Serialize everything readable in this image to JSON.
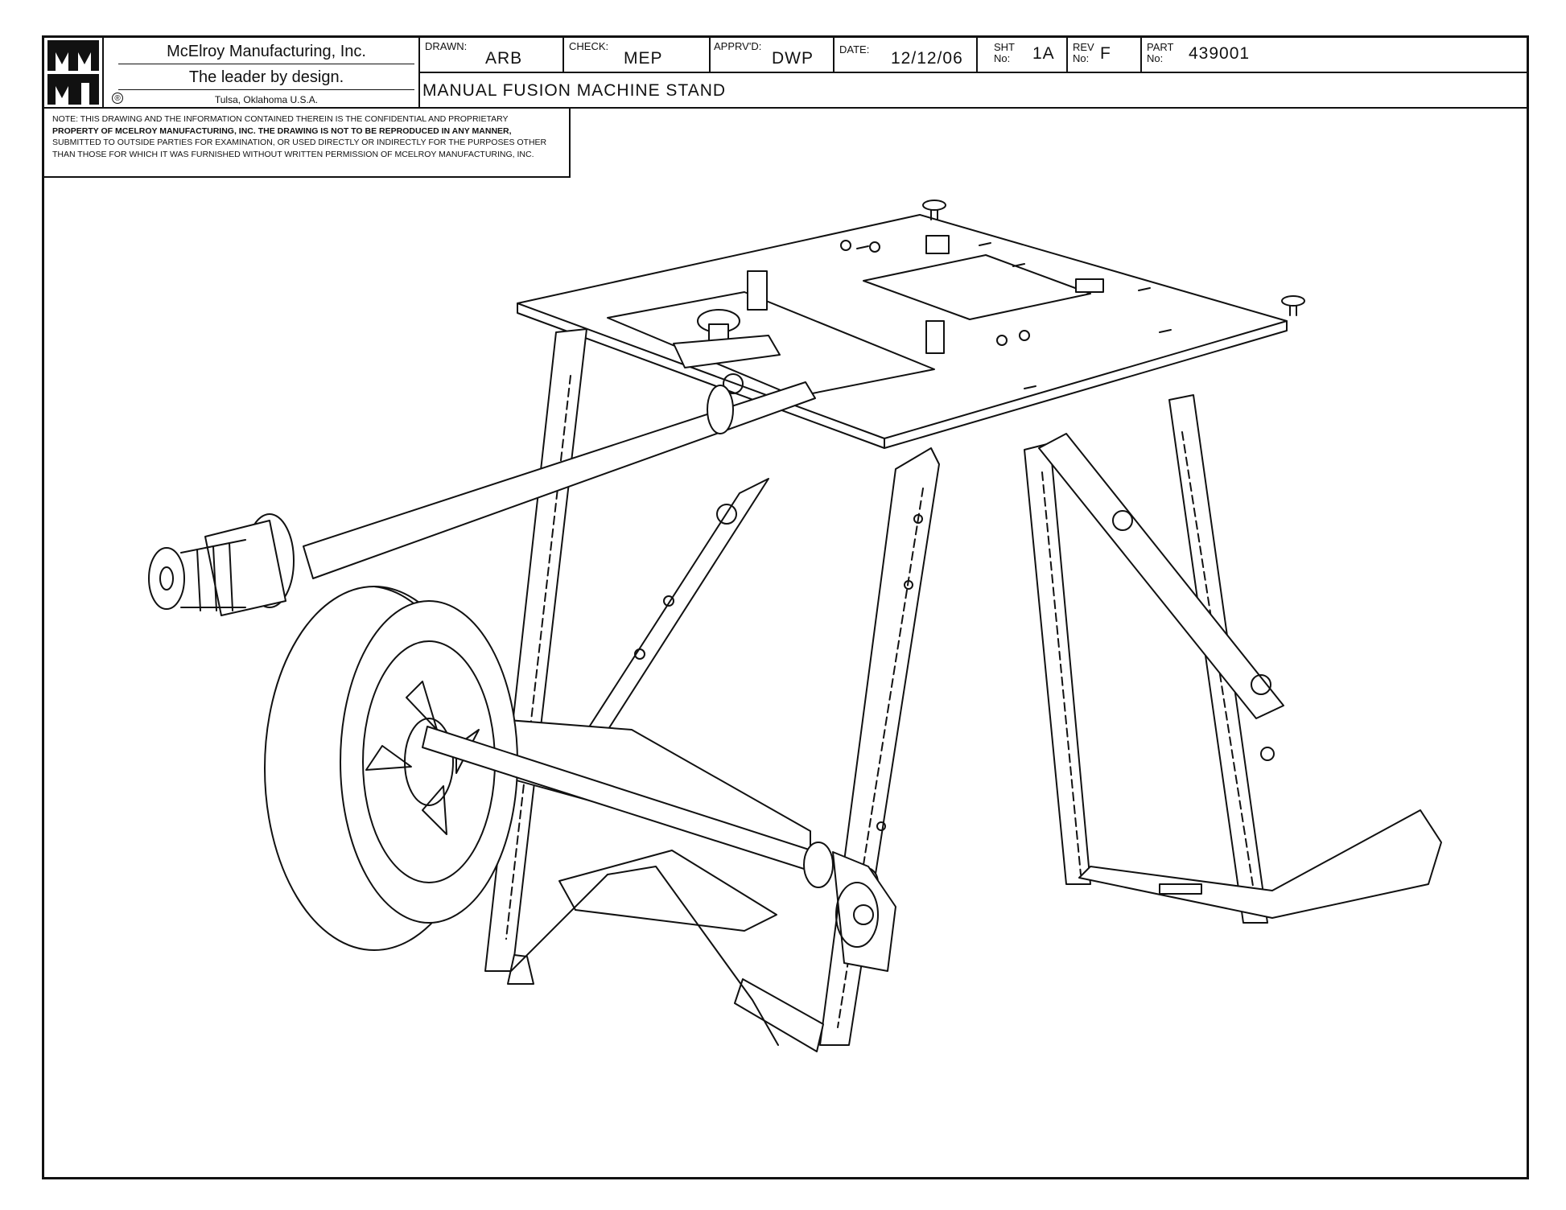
{
  "logo": {
    "top": "MM",
    "bottom": "MI"
  },
  "company": {
    "name": "McElroy Manufacturing, Inc.",
    "tagline": "The leader by design.",
    "location": "Tulsa, Oklahoma U.S.A.",
    "reg_mark": "®"
  },
  "title_block": {
    "drawn_label": "DRAWN:",
    "drawn": "ARB",
    "check_label": "CHECK:",
    "check": "MEP",
    "apprvd_label": "APPRV'D:",
    "apprvd": "DWP",
    "date_label": "DATE:",
    "date": "12/12/06",
    "sht_label_1": "SHT",
    "sht_label_2": "No:",
    "sht": "1A",
    "rev_label_1": "REV",
    "rev_label_2": "No:",
    "rev": "F",
    "part_label_1": "PART",
    "part_label_2": "No:",
    "part": "439001",
    "drawing_title": "MANUAL FUSION MACHINE STAND"
  },
  "note": [
    "NOTE: THIS DRAWING AND THE INFORMATION CONTAINED THEREIN IS THE CONFIDENTIAL AND PROPRIETARY",
    "PROPERTY OF McElroy Manufacturing, Inc. THE DRAWING IS NOT TO BE REPRODUCED IN ANY MANNER,",
    "SUBMITTED TO OUTSIDE PARTIES FOR EXAMINATION, OR USED DIRECTLY OR INDIRECTLY FOR THE PURPOSES OTHER",
    "THAN THOSE FOR WHICH IT WAS FURNISHED WITHOUT WRITTEN PERMISSION OF McElroy Manufacturing, Inc."
  ],
  "colors": {
    "ink": "#111111",
    "paper": "#ffffff"
  }
}
